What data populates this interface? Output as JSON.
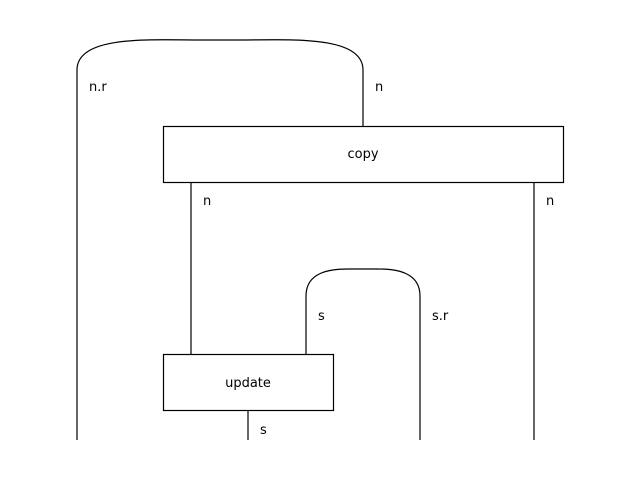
{
  "diagram": {
    "boxes": {
      "copy": "copy",
      "update": "update"
    },
    "wire_labels": {
      "cup_left": "n.r",
      "cup_right": "n",
      "copy_out_left": "n",
      "copy_out_right": "n",
      "cup2_left": "s",
      "cup2_right": "s.r",
      "update_out": "s"
    },
    "colors": {
      "stroke": "#000000",
      "background": "#ffffff"
    }
  }
}
